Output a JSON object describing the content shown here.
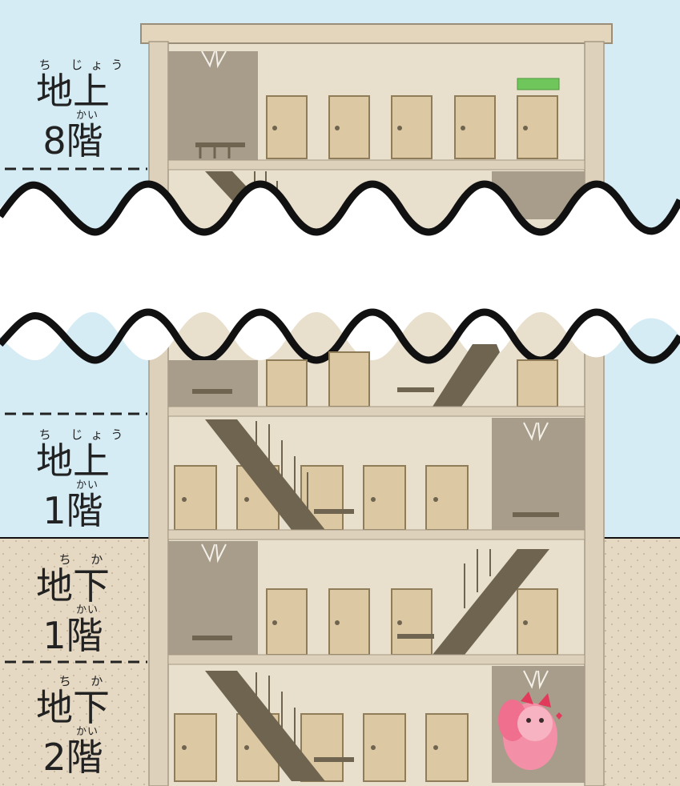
{
  "colors": {
    "sky": "#d6ecf4",
    "ground": "#e6d9c4",
    "wall": "#e8dfcd",
    "door": "#dcc8a2",
    "stairs": "#6e6450",
    "dark_wall": "#a89c8a",
    "exit_sign": "#6fc65a"
  },
  "floors": [
    {
      "id": "above-8",
      "ruby_top": "ち じょう",
      "kanji_top": "地上",
      "ruby_bottom": "かい",
      "kanji_bottom": "8階"
    },
    {
      "id": "above-1",
      "ruby_top": "ち じょう",
      "kanji_top": "地上",
      "ruby_bottom": "かい",
      "kanji_bottom": "1階"
    },
    {
      "id": "below-1",
      "ruby_top": "ち  か",
      "kanji_top": "地下",
      "ruby_bottom": "かい",
      "kanji_bottom": "1階"
    },
    {
      "id": "below-2",
      "ruby_top": "ち  か",
      "kanji_top": "地下",
      "ruby_bottom": "かい",
      "kanji_bottom": "2階"
    }
  ],
  "character": {
    "icon": "pink-squirrel-mascot"
  }
}
